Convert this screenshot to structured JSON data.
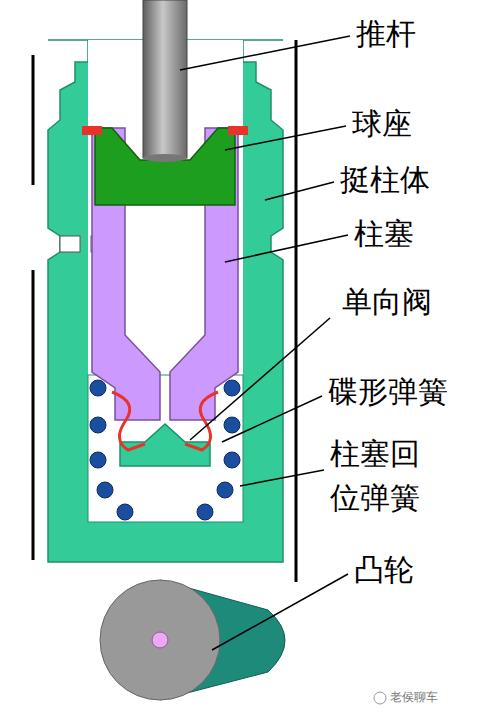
{
  "diagram": {
    "labels": [
      "推杆",
      "球座",
      "挺柱体",
      "柱塞",
      "单向阀",
      "碟形弹簧",
      "柱塞回 位弹簧",
      "凸轮",
      "老侯聊车"
    ]
  }
}
